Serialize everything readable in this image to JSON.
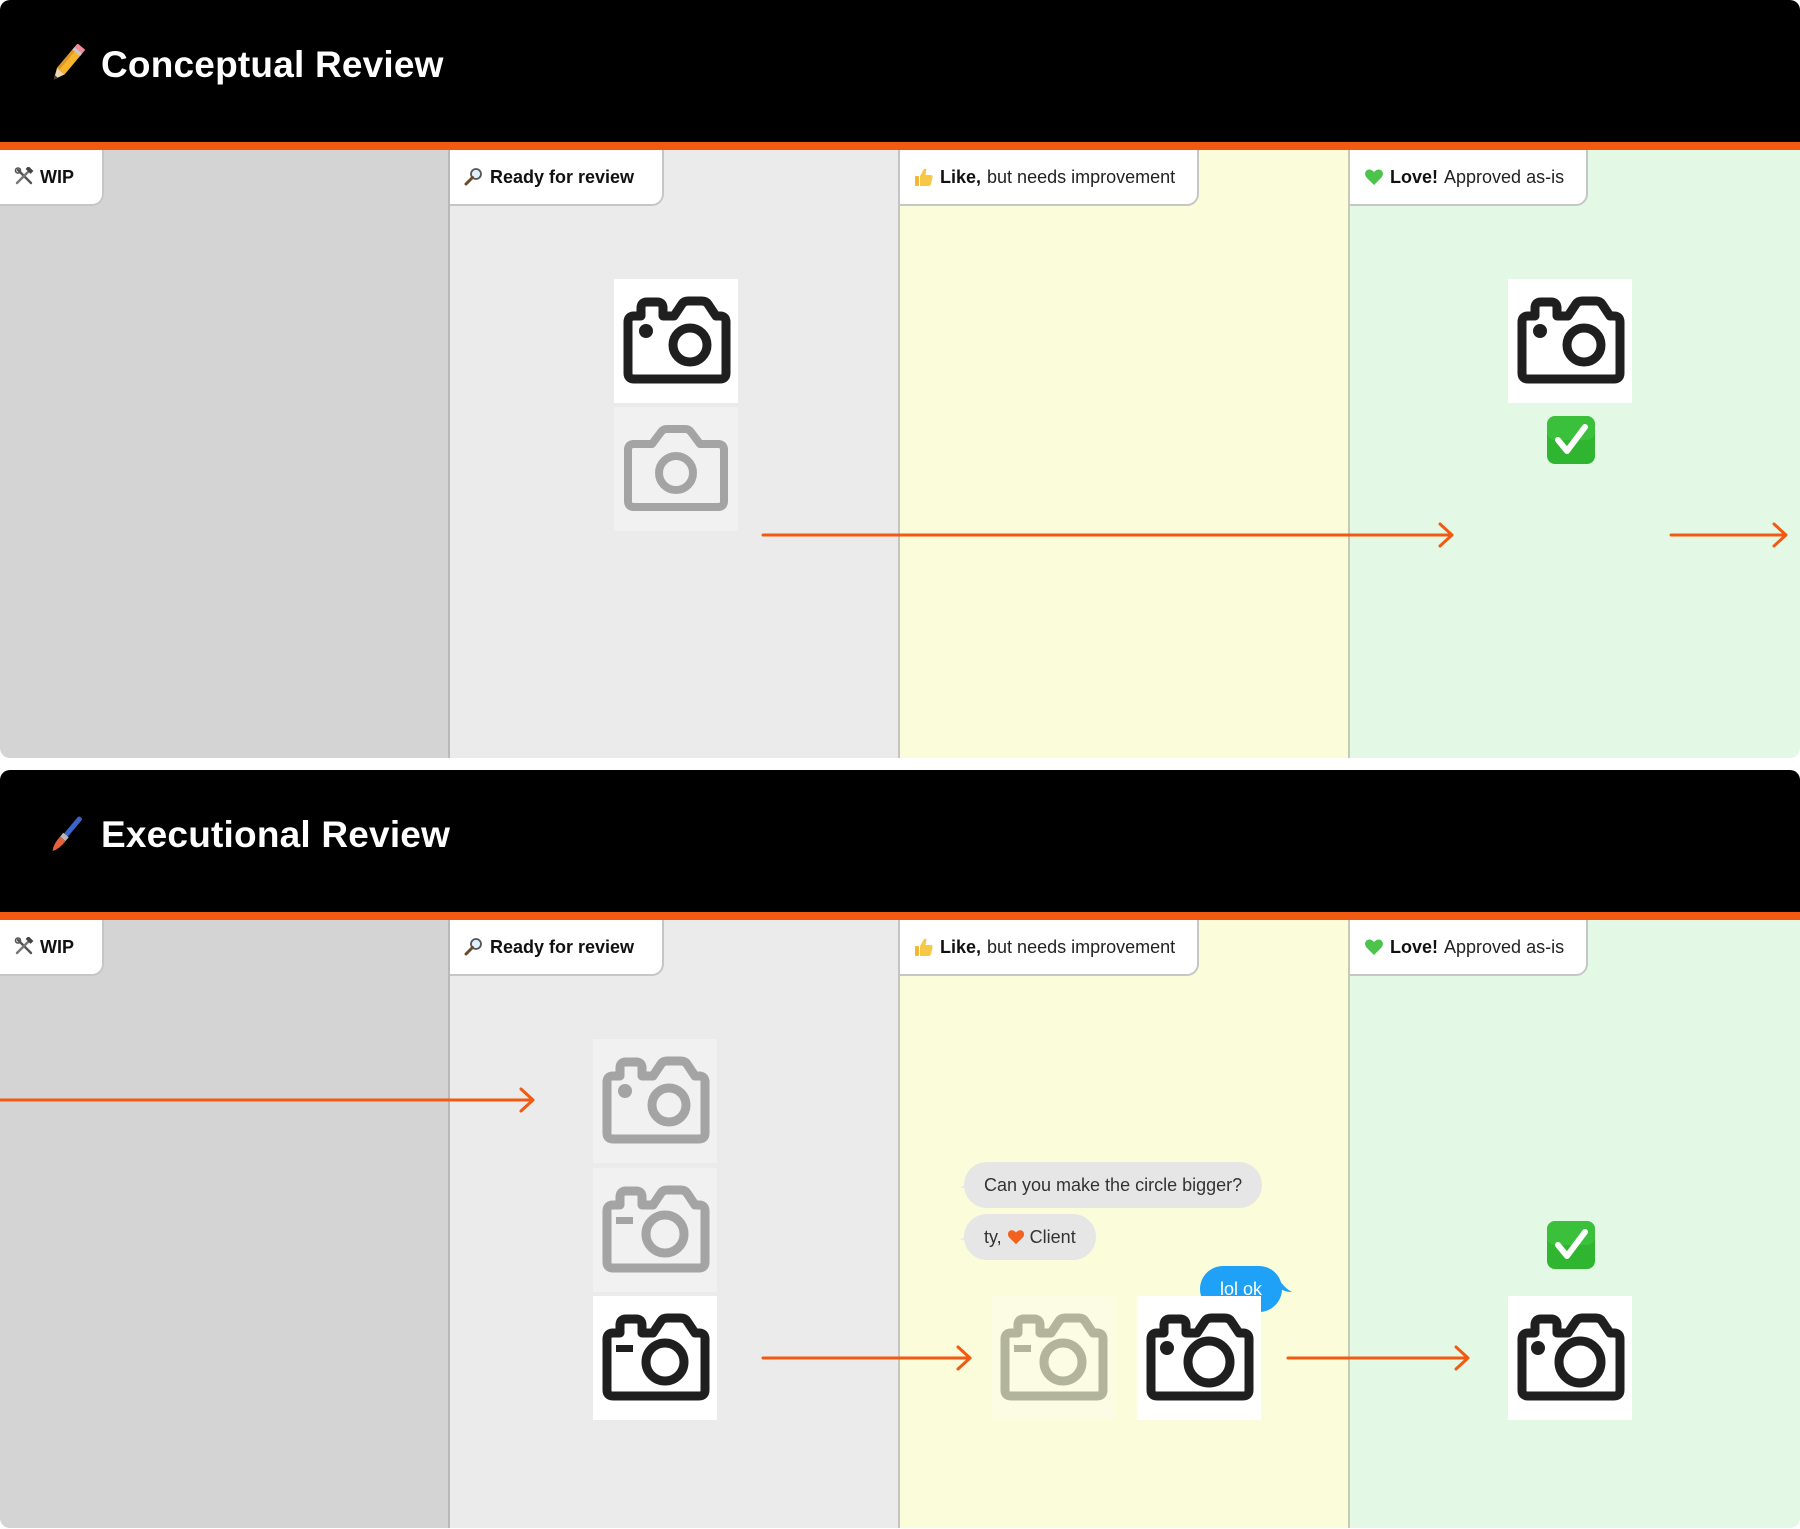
{
  "colors": {
    "accent": "#f25a12",
    "banner": "#000000",
    "lane_wip": "#d4d4d4",
    "lane_ready": "#ebebeb",
    "lane_like": "#fbfcd9",
    "lane_love": "#e3f9e6",
    "bubble_grey": "#e6e6e6",
    "bubble_blue": "#1ea1f7"
  },
  "sections": [
    {
      "title": "Conceptual Review",
      "title_icon": "pencil-icon",
      "lanes": [
        {
          "icon": "hammer-wrench-icon",
          "bold": "WIP",
          "rest": ""
        },
        {
          "icon": "magnifier-icon",
          "bold": "Ready for review",
          "rest": ""
        },
        {
          "icon": "thumbs-up-icon",
          "bold": "Like,",
          "rest": "but needs improvement"
        },
        {
          "icon": "green-heart-icon",
          "bold": "Love!",
          "rest": "Approved as-is"
        }
      ]
    },
    {
      "title": "Executional Review",
      "title_icon": "paintbrush-icon",
      "lanes": [
        {
          "icon": "hammer-wrench-icon",
          "bold": "WIP",
          "rest": ""
        },
        {
          "icon": "magnifier-icon",
          "bold": "Ready for review",
          "rest": ""
        },
        {
          "icon": "thumbs-up-icon",
          "bold": "Like,",
          "rest": "but needs improvement"
        },
        {
          "icon": "green-heart-icon",
          "bold": "Love!",
          "rest": "Approved as-is"
        }
      ],
      "chat": [
        {
          "from": "client",
          "text_a": "Can you make the circle bigger?"
        },
        {
          "from": "client",
          "text_a": "ty,",
          "icon": "orange-heart-icon",
          "text_b": "Client"
        },
        {
          "from": "designer",
          "text_a": "lol ok"
        }
      ]
    }
  ]
}
